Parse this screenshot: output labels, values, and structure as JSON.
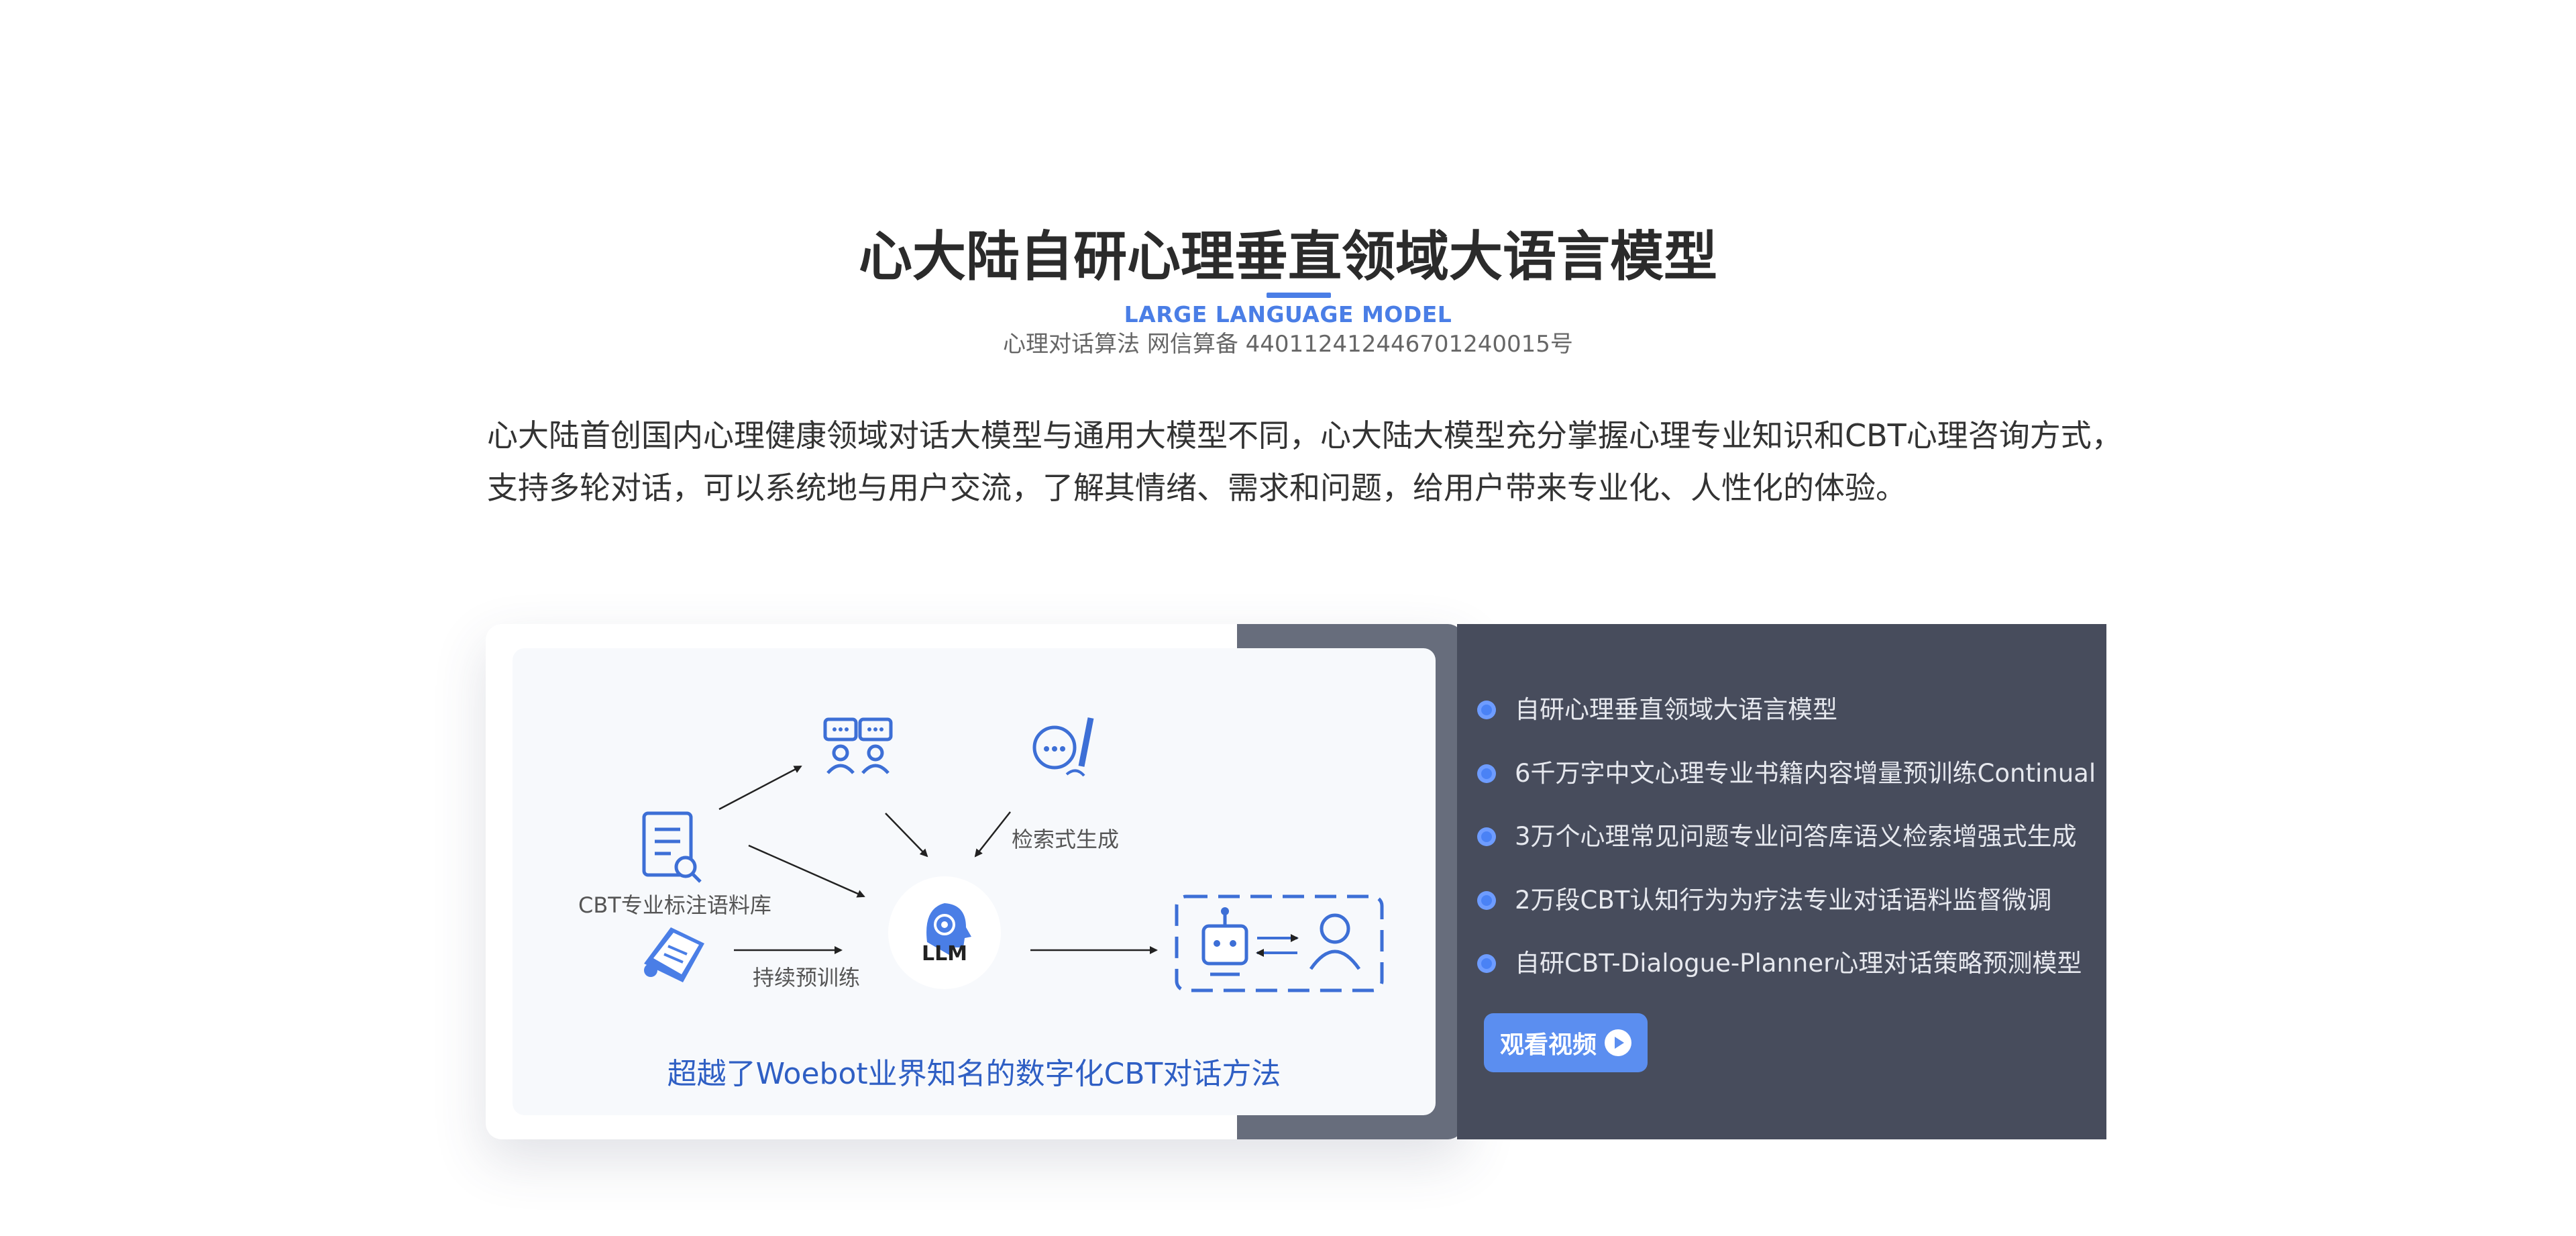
{
  "header": {
    "title": "心大陆自研心理垂直领域大语言模型",
    "subtitle_en": "LARGE LANGUAGE MODEL",
    "filing": "心理对话算法 网信算备 440112412446701240015号"
  },
  "intro": "心大陆首创国内心理健康领域对话大模型与通用大模型不同，心大陆大模型充分掌握心理专业知识和CBT心理咨询方式，支持多轮对话，可以系统地与用户交流，了解其情绪、需求和问题，给用户带来专业化、人性化的体验。",
  "diagram": {
    "label_corpus": "CBT专业标注语料库",
    "label_retrieval": "检索式生成",
    "label_pretrain": "持续预训练",
    "llm": "LLM",
    "caption": "超越了Woebot业界知名的数字化CBT对话方法"
  },
  "features": [
    "自研心理垂直领域大语言模型",
    "6千万字中文心理专业书籍内容增量预训练Continual",
    "3万个心理常见问题专业问答库语义检索增强式生成",
    "2万段CBT认知行为为疗法专业对话语料监督微调",
    "自研CBT-Dialogue-Planner心理对话策略预测模型"
  ],
  "watch_button": "观看视频",
  "colors": {
    "accent": "#4a7ee6",
    "panel_dark": "#474c5c",
    "button": "#5b8ef0"
  }
}
